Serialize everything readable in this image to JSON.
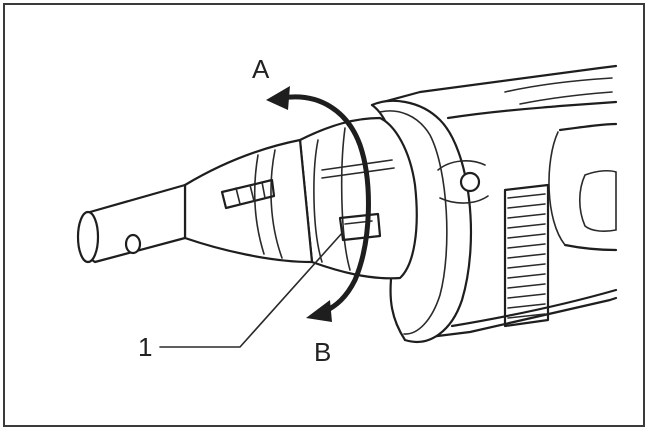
{
  "labels": {
    "rotation_a": "A",
    "rotation_b": "B",
    "callout_1": "1"
  },
  "colors": {
    "line": "#1e1e1e",
    "background": "#ffffff"
  }
}
